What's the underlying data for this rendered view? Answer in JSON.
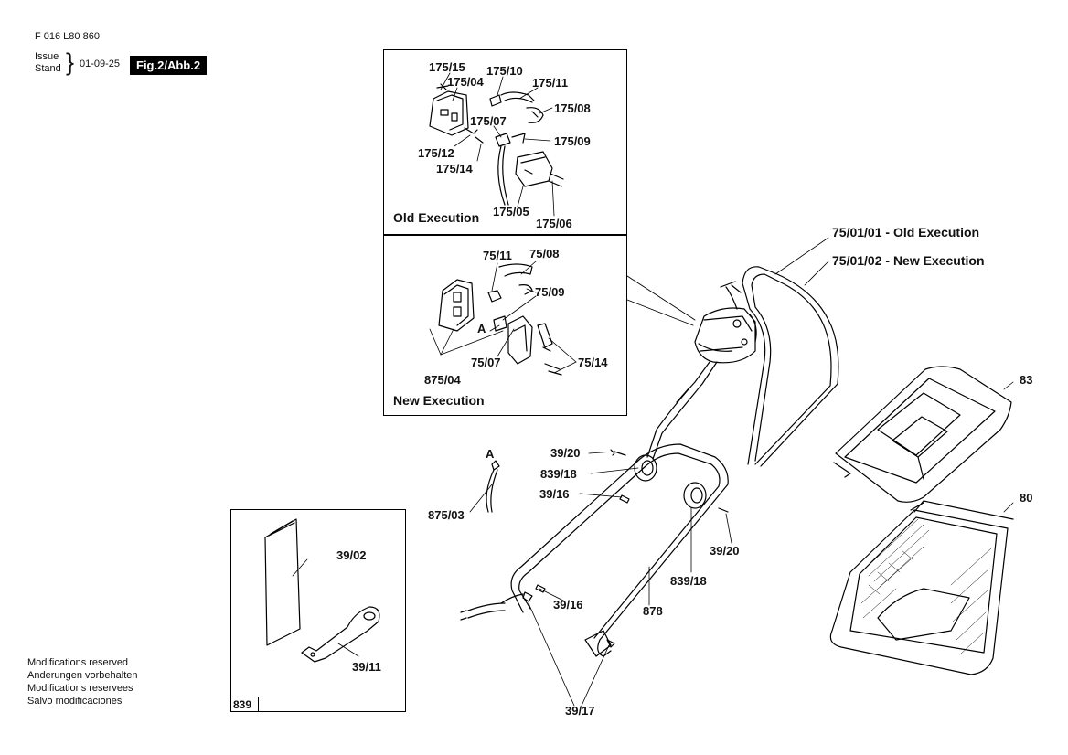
{
  "header": {
    "doc_number": "F 016 L80 860",
    "issue": "Issue",
    "stand": "Stand",
    "date": "01-09-25",
    "figure": "Fig.2/Abb.2"
  },
  "footer_notes": [
    "Modifications reserved",
    "Anderungen vorbehalten",
    "Modifications reservees",
    "Salvo modificaciones"
  ],
  "old_execution": {
    "title": "Old Execution",
    "labels": [
      "175/15",
      "175/10",
      "175/04",
      "175/11",
      "175/08",
      "175/07",
      "175/09",
      "175/12",
      "175/14",
      "175/05",
      "175/06"
    ]
  },
  "new_execution": {
    "title": "New Execution",
    "labels": [
      "75/11",
      "75/08",
      "75/09",
      "A",
      "75/07",
      "75/14",
      "875/04"
    ]
  },
  "handle_callouts": {
    "old": "75/01/01 - Old Execution",
    "new": "75/01/02 - New Execution"
  },
  "main_labels": [
    "83",
    "80",
    "39/20",
    "839/18",
    "39/16",
    "A",
    "875/03",
    "39/20",
    "839/18",
    "39/16",
    "878",
    "39/17"
  ],
  "kit_box": {
    "number": "839",
    "labels": [
      "39/02",
      "39/11"
    ]
  },
  "colors": {
    "ink": "#000000",
    "background": "#ffffff",
    "figure_badge": "#000000"
  }
}
